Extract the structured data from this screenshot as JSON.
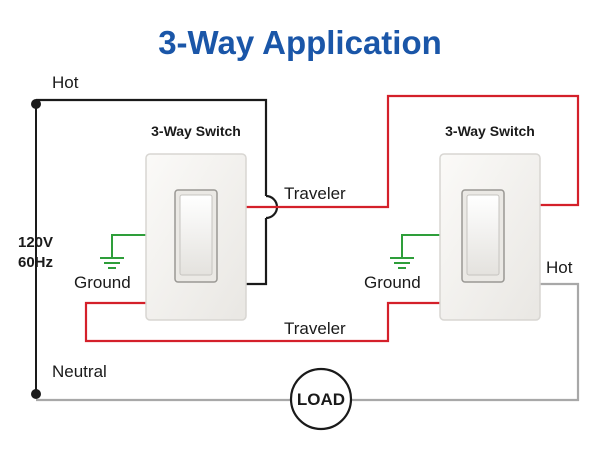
{
  "title": "3-Way Application",
  "labels": {
    "hot_left": "Hot",
    "hot_right": "Hot",
    "voltage": "120V",
    "frequency": "60Hz",
    "neutral": "Neutral",
    "traveler_top": "Traveler",
    "traveler_bottom": "Traveler",
    "ground_left": "Ground",
    "ground_right": "Ground",
    "switch_left": "3-Way Switch",
    "switch_right": "3-Way Switch",
    "load": "LOAD"
  },
  "colors": {
    "title": "#1a56a8",
    "hot_wire": "#1a1a1a",
    "traveler_wire": "#d4202a",
    "ground_wire": "#2e9e3a",
    "neutral_wire": "#a8a8a8",
    "switch_plate": "#f3f1ee",
    "switch_border": "#d8d6d2"
  }
}
